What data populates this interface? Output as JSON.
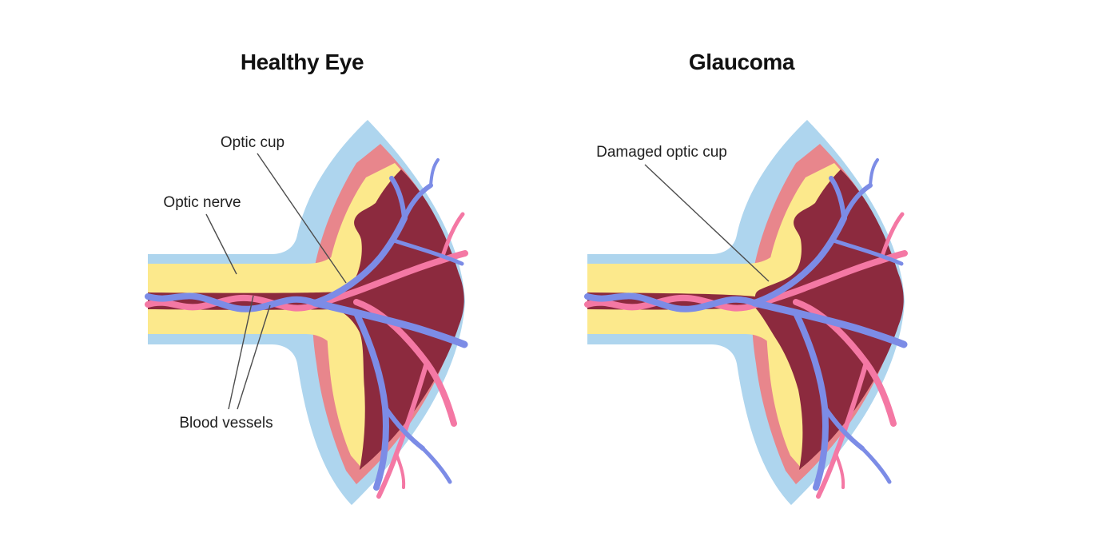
{
  "figure": {
    "panels": [
      {
        "id": "healthy",
        "title": "Healthy Eye",
        "labels": [
          {
            "key": "optic_cup",
            "text": "Optic cup"
          },
          {
            "key": "optic_nerve",
            "text": "Optic nerve"
          },
          {
            "key": "blood_vessels",
            "text": "Blood vessels"
          }
        ]
      },
      {
        "id": "glaucoma",
        "title": "Glaucoma",
        "labels": [
          {
            "key": "damaged_optic_cup",
            "text": "Damaged optic cup"
          }
        ]
      }
    ]
  },
  "colors": {
    "page_bg": "#ffffff",
    "sclera_blue": "#aed5ee",
    "choroid_salmon": "#e8868c",
    "retina_yellow": "#fce98c",
    "vitreous_maroon": "#8c2a3e",
    "vessel_pink": "#f478a4",
    "vessel_blue": "#7c8ce6",
    "leader_line": "#4d4d4d",
    "label_text": "#1f1f1f",
    "title_text": "#111111"
  }
}
